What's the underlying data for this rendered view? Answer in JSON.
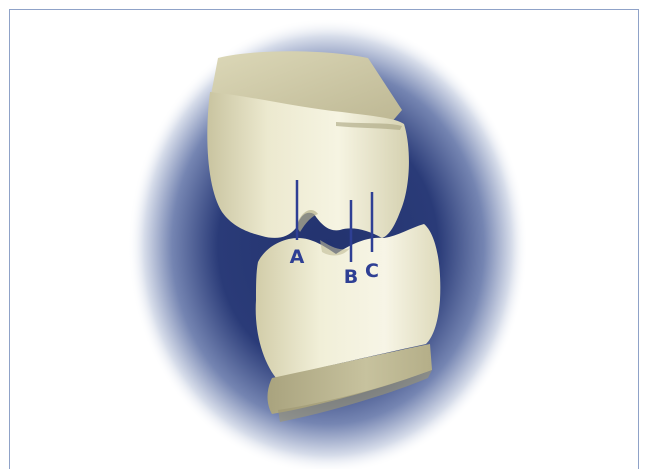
{
  "figure": {
    "labels": {
      "a": "A",
      "b": "B",
      "c": "C"
    }
  },
  "colors": {
    "frame_border": "#8fa2c8",
    "halo_dark": "#23336f",
    "halo_light": "#ffffff",
    "tooth_light": "#f2f0d8",
    "tooth_shadow": "#b9b48f",
    "marker": "#2e3f94"
  }
}
